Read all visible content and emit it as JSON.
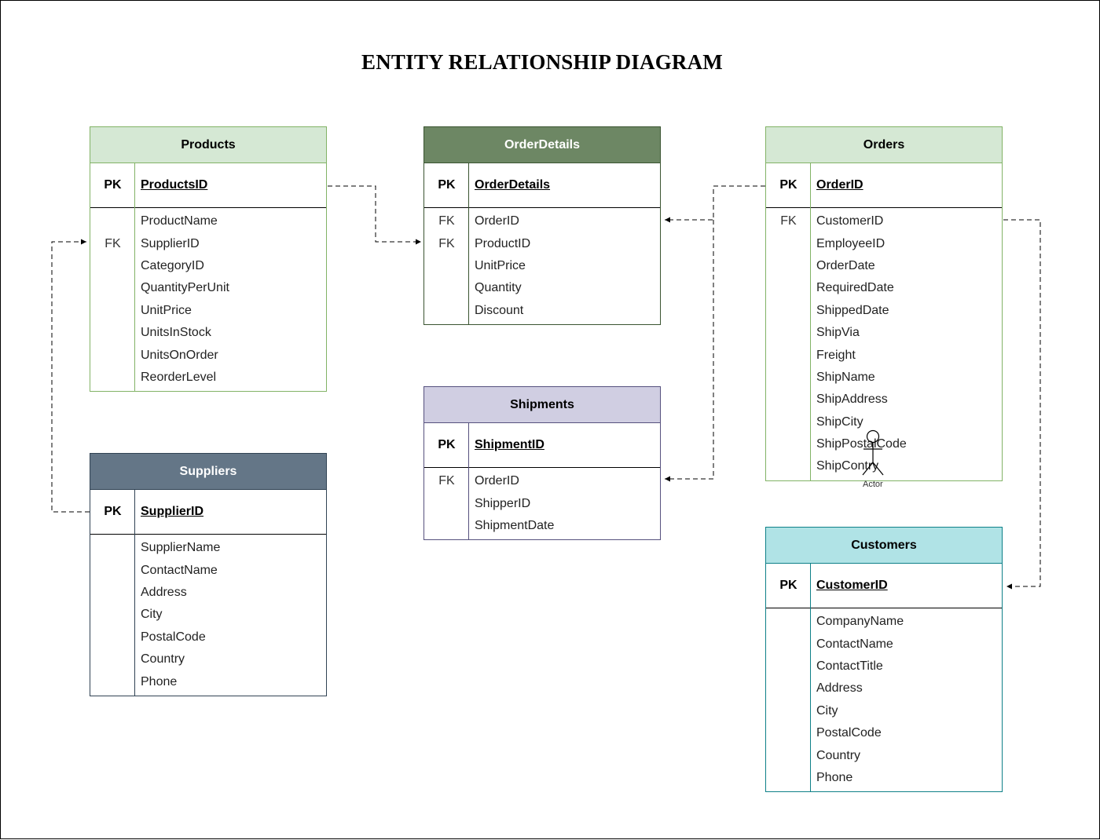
{
  "title": "ENTITY RELATIONSHIP DIAGRAM",
  "entities": {
    "products": {
      "name": "Products",
      "pk_label": "PK",
      "pk": "ProductsID",
      "fields": [
        {
          "key": "",
          "name": "ProductName"
        },
        {
          "key": "FK",
          "name": "SupplierID"
        },
        {
          "key": "",
          "name": "CategoryID"
        },
        {
          "key": "",
          "name": "QuantityPerUnit"
        },
        {
          "key": "",
          "name": "UnitPrice"
        },
        {
          "key": "",
          "name": "UnitsInStock"
        },
        {
          "key": "",
          "name": "UnitsOnOrder"
        },
        {
          "key": "",
          "name": "ReorderLevel"
        }
      ],
      "header_color": "#d5e8d4",
      "border_color": "#82b366",
      "text_color": "#000000"
    },
    "orderdetails": {
      "name": "OrderDetails",
      "pk_label": "PK",
      "pk": "OrderDetails",
      "fields": [
        {
          "key": "FK",
          "name": "OrderID"
        },
        {
          "key": "FK",
          "name": "ProductID"
        },
        {
          "key": "",
          "name": "UnitPrice"
        },
        {
          "key": "",
          "name": "Quantity"
        },
        {
          "key": "",
          "name": "Discount"
        }
      ],
      "header_color": "#6d8764",
      "border_color": "#3a5431",
      "text_color": "#ffffff"
    },
    "orders": {
      "name": "Orders",
      "pk_label": "PK",
      "pk": "OrderID",
      "fields": [
        {
          "key": "FK",
          "name": "CustomerID"
        },
        {
          "key": "",
          "name": "EmployeeID"
        },
        {
          "key": "",
          "name": "OrderDate"
        },
        {
          "key": "",
          "name": "RequiredDate"
        },
        {
          "key": "",
          "name": "ShippedDate"
        },
        {
          "key": "",
          "name": "ShipVia"
        },
        {
          "key": "",
          "name": "Freight"
        },
        {
          "key": "",
          "name": "ShipName"
        },
        {
          "key": "",
          "name": "ShipAddress"
        },
        {
          "key": "",
          "name": "ShipCity"
        },
        {
          "key": "",
          "name": "ShipPostalCode"
        },
        {
          "key": "",
          "name": "ShipContry"
        }
      ],
      "header_color": "#d5e8d4",
      "border_color": "#82b366",
      "text_color": "#000000"
    },
    "shipments": {
      "name": "Shipments",
      "pk_label": "PK",
      "pk": "ShipmentID",
      "fields": [
        {
          "key": "FK",
          "name": "OrderID"
        },
        {
          "key": "",
          "name": "ShipperID"
        },
        {
          "key": "",
          "name": "ShipmentDate"
        }
      ],
      "header_color": "#d0cee2",
      "border_color": "#56517e",
      "text_color": "#000000"
    },
    "suppliers": {
      "name": "Suppliers",
      "pk_label": "PK",
      "pk": "SupplierID",
      "fields": [
        {
          "key": "",
          "name": "SupplierName"
        },
        {
          "key": "",
          "name": "ContactName"
        },
        {
          "key": "",
          "name": "Address"
        },
        {
          "key": "",
          "name": "City"
        },
        {
          "key": "",
          "name": "PostalCode"
        },
        {
          "key": "",
          "name": "Country"
        },
        {
          "key": "",
          "name": "Phone"
        }
      ],
      "header_color": "#647687",
      "border_color": "#314354",
      "text_color": "#ffffff"
    },
    "customers": {
      "name": "Customers",
      "pk_label": "PK",
      "pk": "CustomerID",
      "fields": [
        {
          "key": "",
          "name": "CompanyName"
        },
        {
          "key": "",
          "name": "ContactName"
        },
        {
          "key": "",
          "name": "ContactTitle"
        },
        {
          "key": "",
          "name": "Address"
        },
        {
          "key": "",
          "name": "City"
        },
        {
          "key": "",
          "name": "PostalCode"
        },
        {
          "key": "",
          "name": "Country"
        },
        {
          "key": "",
          "name": "Phone"
        }
      ],
      "header_color": "#b0e3e6",
      "border_color": "#0e8088",
      "text_color": "#000000"
    }
  },
  "actor": {
    "label": "Actor"
  }
}
